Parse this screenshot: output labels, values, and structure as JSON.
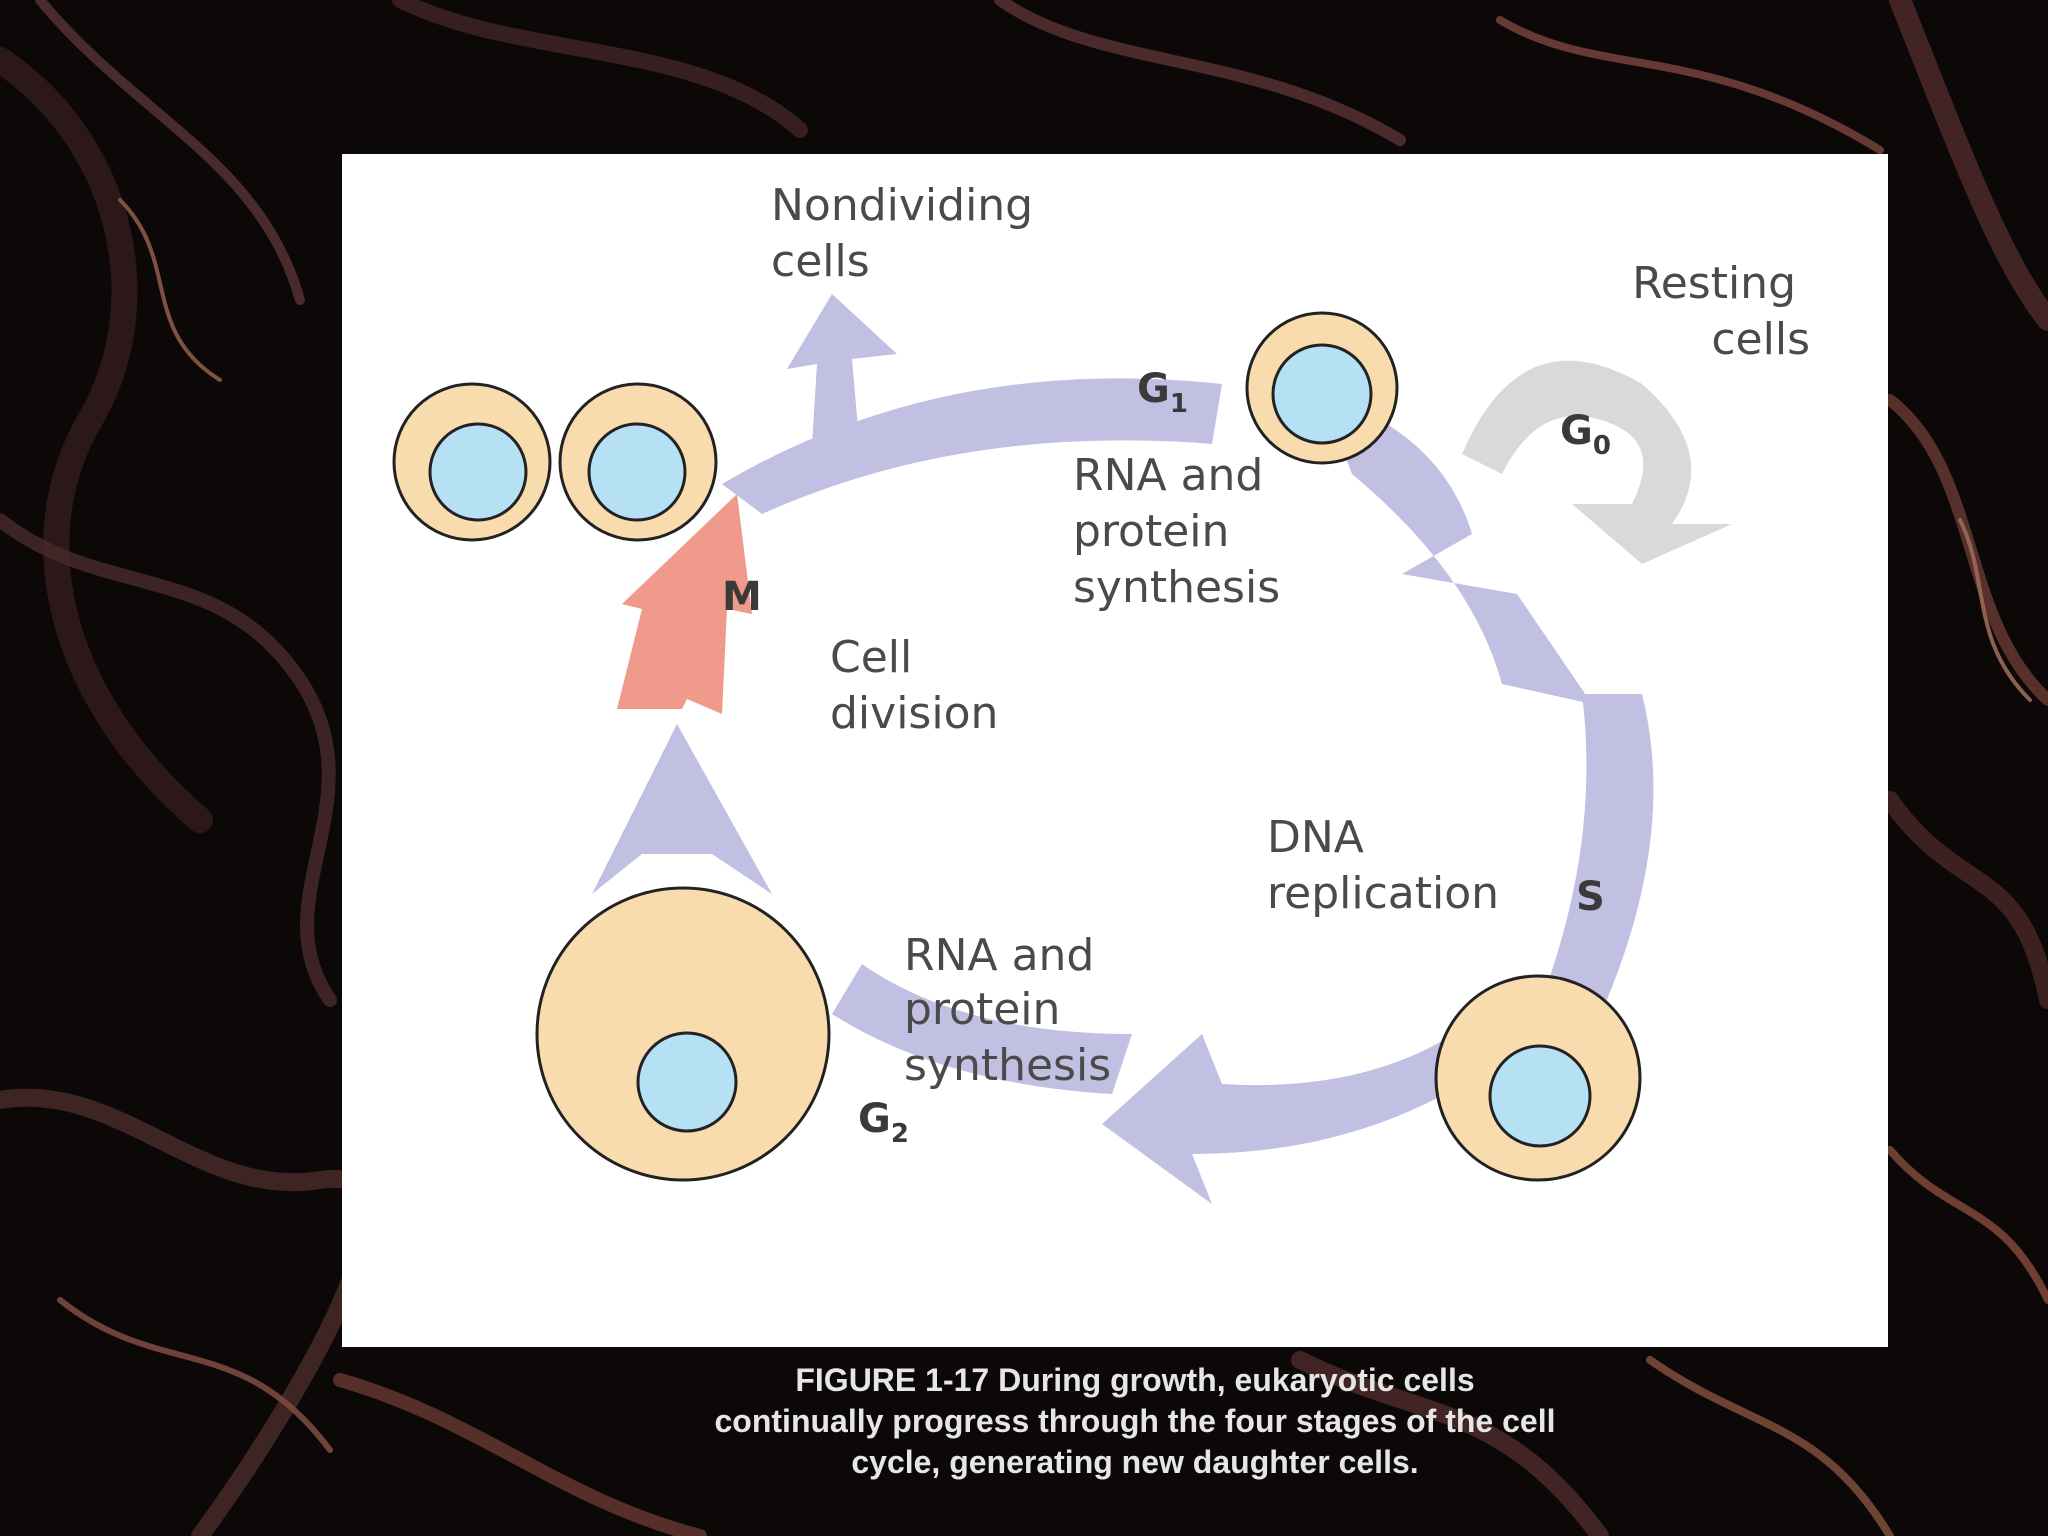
{
  "colors": {
    "arrow": "#c1bfe2",
    "division_arrow": "#ef9a8b",
    "resting_arrow": "#d9d9d9",
    "cytoplasm": "#f8dcae",
    "nucleus": "#b6e0f3",
    "outline": "#222222"
  },
  "labels": {
    "nondividing": [
      "Nondividing",
      "cells"
    ],
    "resting": [
      "Resting",
      "cells"
    ],
    "g1_process": [
      "RNA and",
      "protein",
      "synthesis"
    ],
    "m_process": [
      "Cell",
      "division"
    ],
    "s_process": [
      "DNA",
      "replication"
    ],
    "g2_process": [
      "RNA and",
      "protein",
      "synthesis"
    ]
  },
  "phases": {
    "g1": {
      "main": "G",
      "sub": "1"
    },
    "g0": {
      "main": "G",
      "sub": "0"
    },
    "m": {
      "main": "M"
    },
    "s": {
      "main": "S"
    },
    "g2": {
      "main": "G",
      "sub": "2"
    }
  },
  "caption": [
    "FIGURE 1-17 During growth, eukaryotic cells",
    "continually progress through the four stages of the cell",
    "cycle, generating new daughter cells."
  ]
}
